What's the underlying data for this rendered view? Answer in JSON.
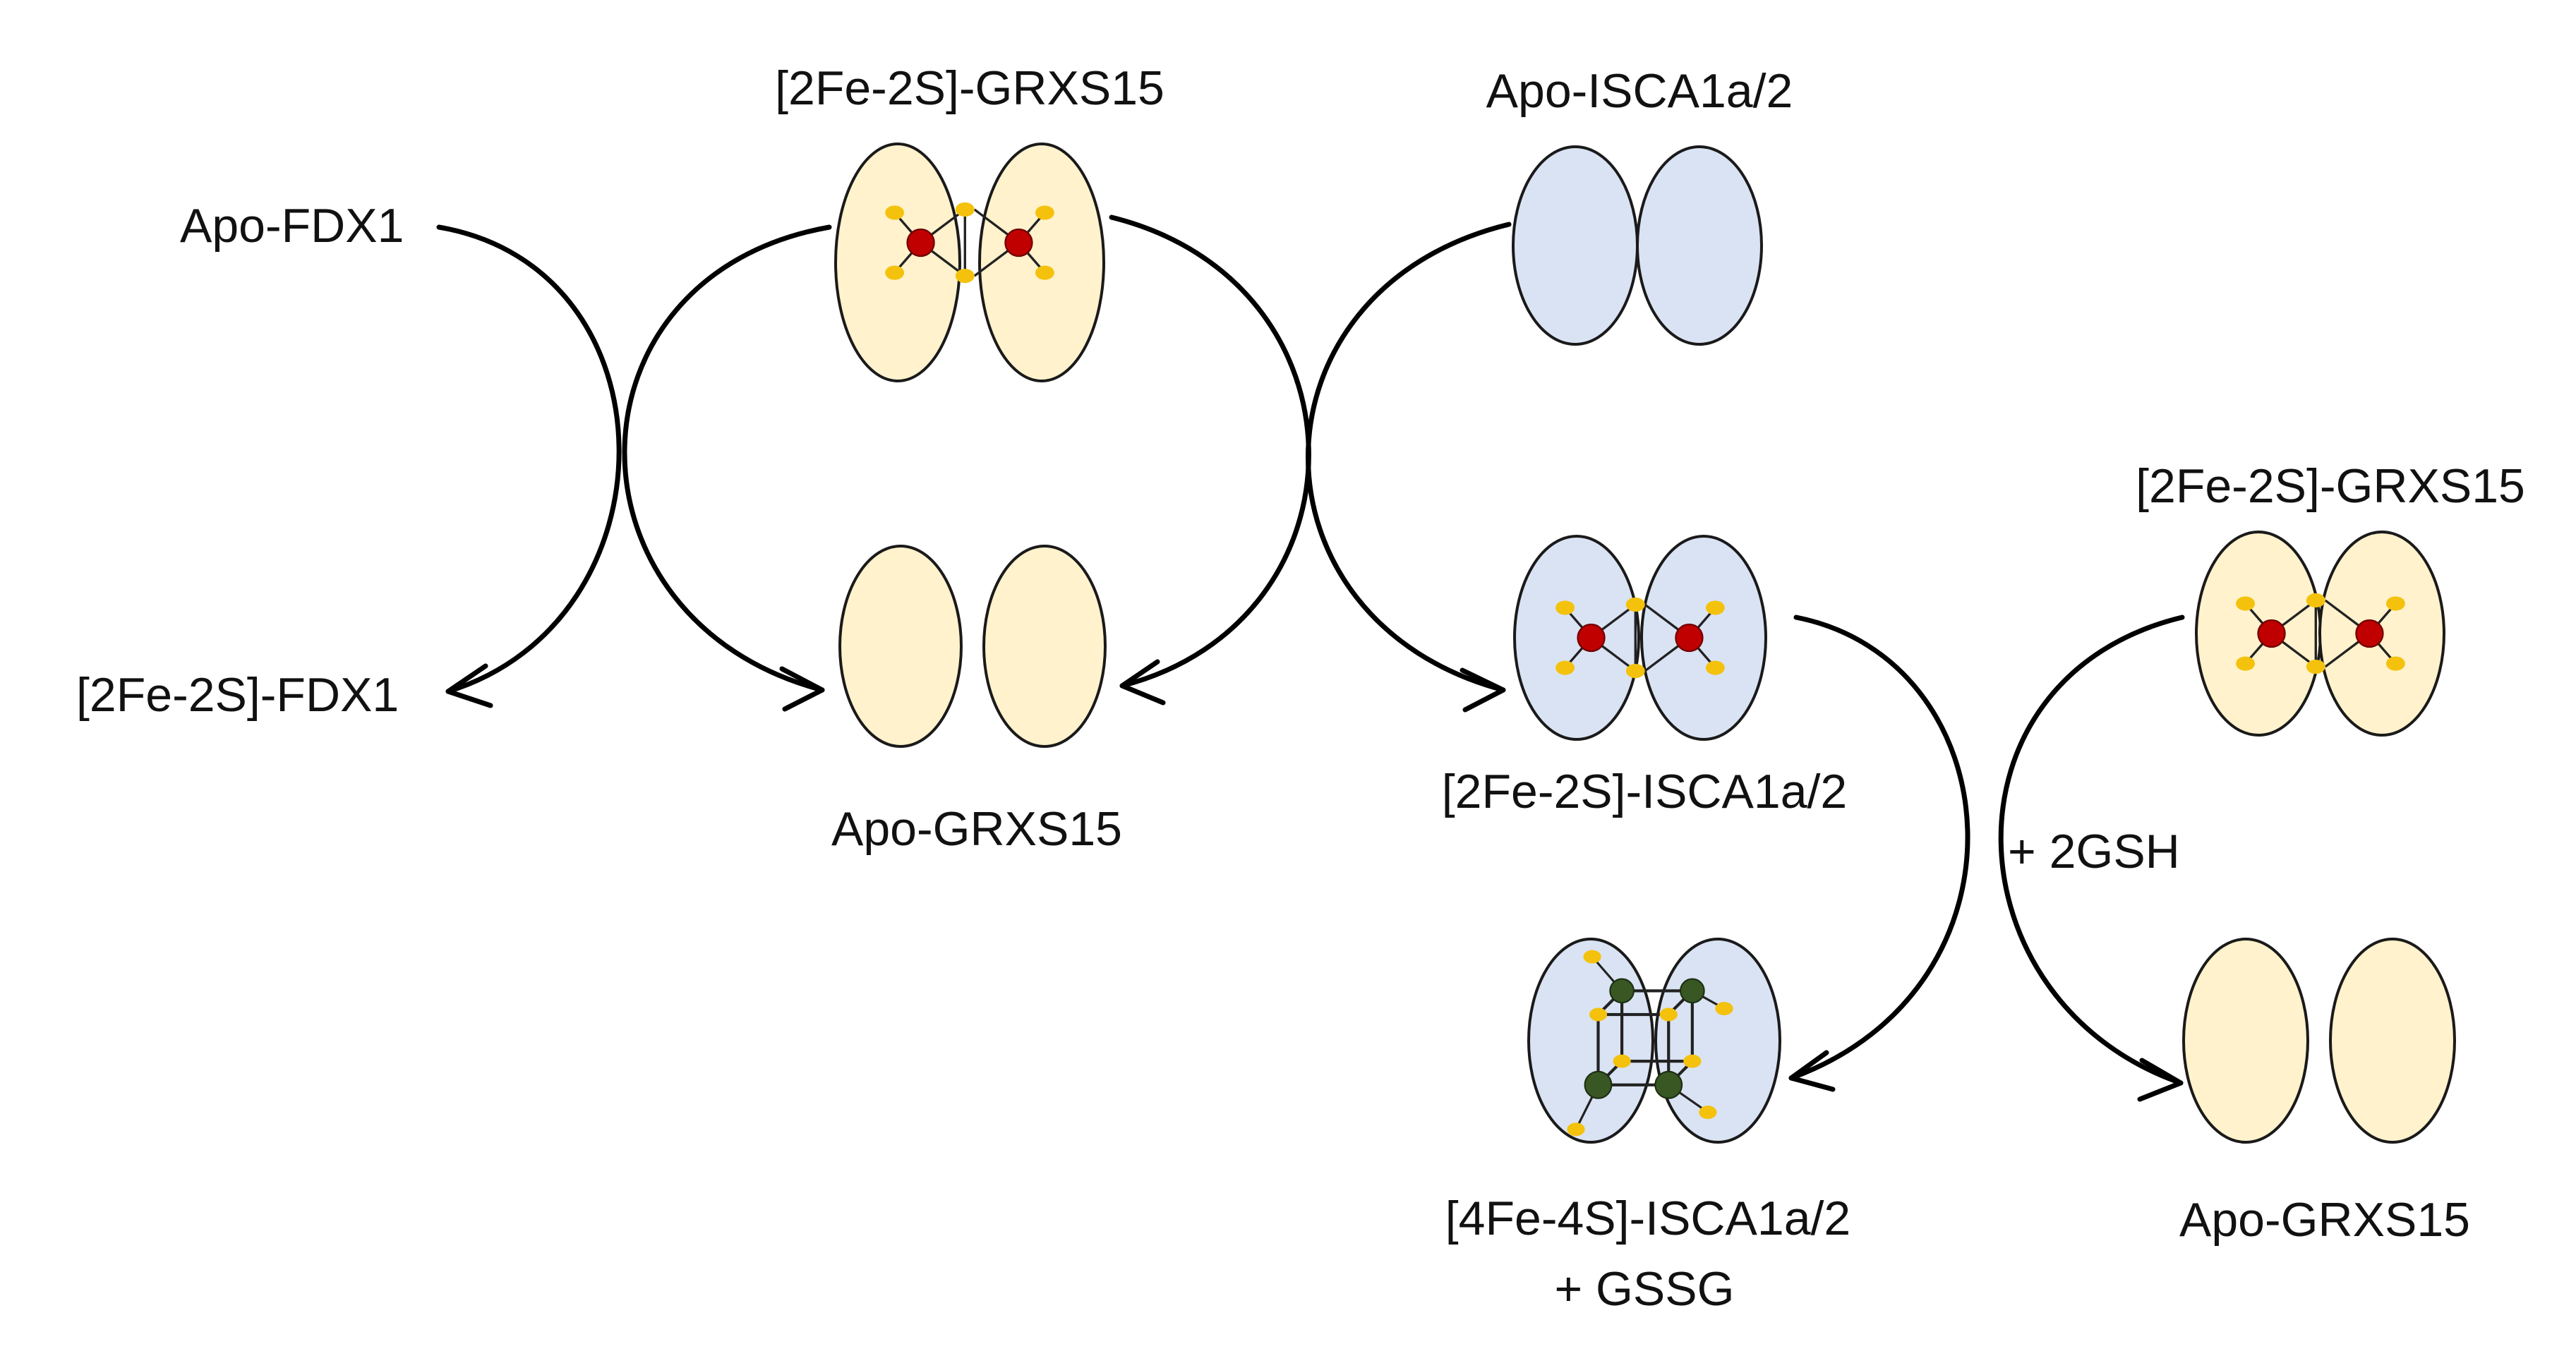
{
  "labels": {
    "apo_fdx1": "Apo-FDX1",
    "holo_fdx1": "[2Fe-2S]-FDX1",
    "holo_grxs15_top": "[2Fe-2S]-GRXS15",
    "apo_grxs15_mid": "Apo-GRXS15",
    "apo_isca": "Apo-ISCA1a/2",
    "holo_isca_2fe": "[2Fe-2S]-ISCA1a/2",
    "holo_grxs15_right": "[2Fe-2S]-GRXS15",
    "plus_gsh": "+ 2GSH",
    "holo_isca_4fe": "[4Fe-4S]-ISCA1a/2",
    "plus_gssg": "+ GSSG",
    "apo_grxs15_bottom": "Apo-GRXS15"
  },
  "colors": {
    "grxs15_fill": "#FFF2CC",
    "isca_fill": "#DAE3F3",
    "sulfur": "#F4C20D",
    "iron_2fe": "#C00000",
    "iron_4fe": "#385723",
    "arrow": "#000000"
  }
}
